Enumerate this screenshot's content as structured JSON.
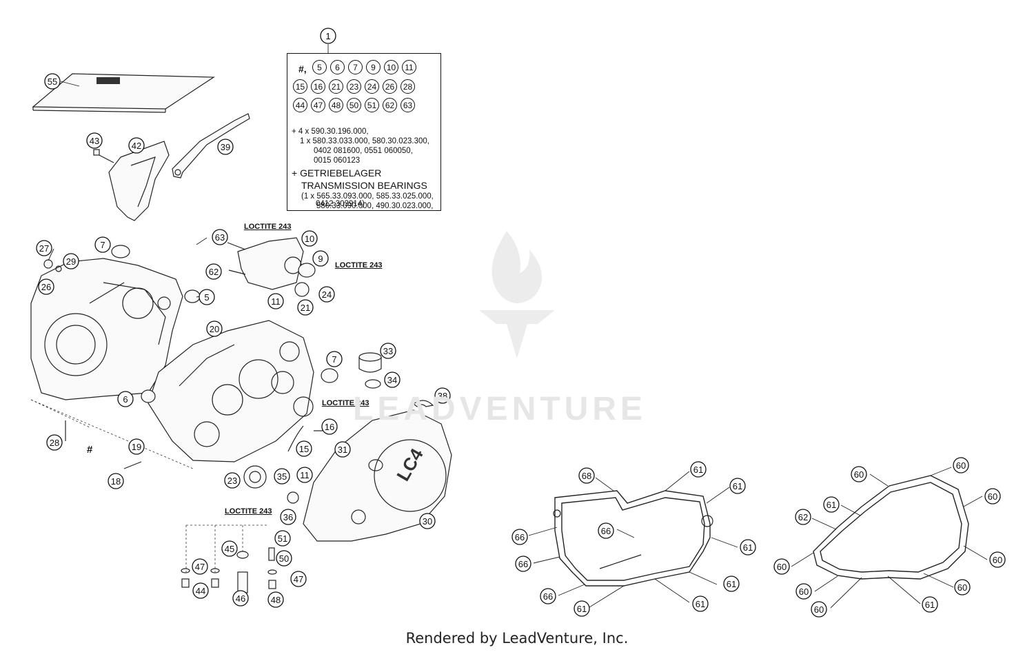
{
  "watermark": "LEADVENTURE",
  "footer": "Rendered by LeadVenture, Inc.",
  "kit_box": {
    "callout": "1",
    "hash_symbol": "#,",
    "row1": [
      "5",
      "6",
      "7",
      "9",
      "10",
      "11"
    ],
    "row2": [
      "15",
      "16",
      "21",
      "23",
      "24",
      "26",
      "28"
    ],
    "row3": [
      "44",
      "47",
      "48",
      "50",
      "51",
      "62",
      "63"
    ],
    "line1": "+ 4 x 590.30.196.000,",
    "line2": "1 x 580.33.033.000, 580.30.023.300,",
    "line3": "0402 081600, 0551 060050,",
    "line4": "0015 060123",
    "line5": "+ GETRIEBELAGER",
    "line6": "TRANSMISSION BEARINGS",
    "line7": "(1 x 565.33.093.000, 585.33.025.000,",
    "line8": "580.33.090.000, 490.30.023.000,",
    "line9": "0412 303914)"
  },
  "loctite": [
    "LOCTITE 243",
    "LOCTITE 243",
    "LOCTITE 243",
    "LOCTITE 243"
  ],
  "hash_mark": "#",
  "engine_product_label": "LC4",
  "callouts": [
    "55",
    "43",
    "42",
    "39",
    "27",
    "29",
    "26",
    "7",
    "5",
    "63",
    "10",
    "62",
    "9",
    "11",
    "24",
    "21",
    "20",
    "7",
    "33",
    "34",
    "6",
    "38",
    "16",
    "15",
    "28",
    "19",
    "18",
    "31",
    "23",
    "35",
    "11",
    "36",
    "30",
    "51",
    "45",
    "50",
    "47",
    "47",
    "44",
    "46",
    "48",
    "68",
    "61",
    "61",
    "66",
    "66",
    "61",
    "66",
    "61",
    "66",
    "61",
    "61",
    "60",
    "60",
    "60",
    "61",
    "62",
    "60",
    "60",
    "60",
    "61",
    "60",
    "60"
  ]
}
